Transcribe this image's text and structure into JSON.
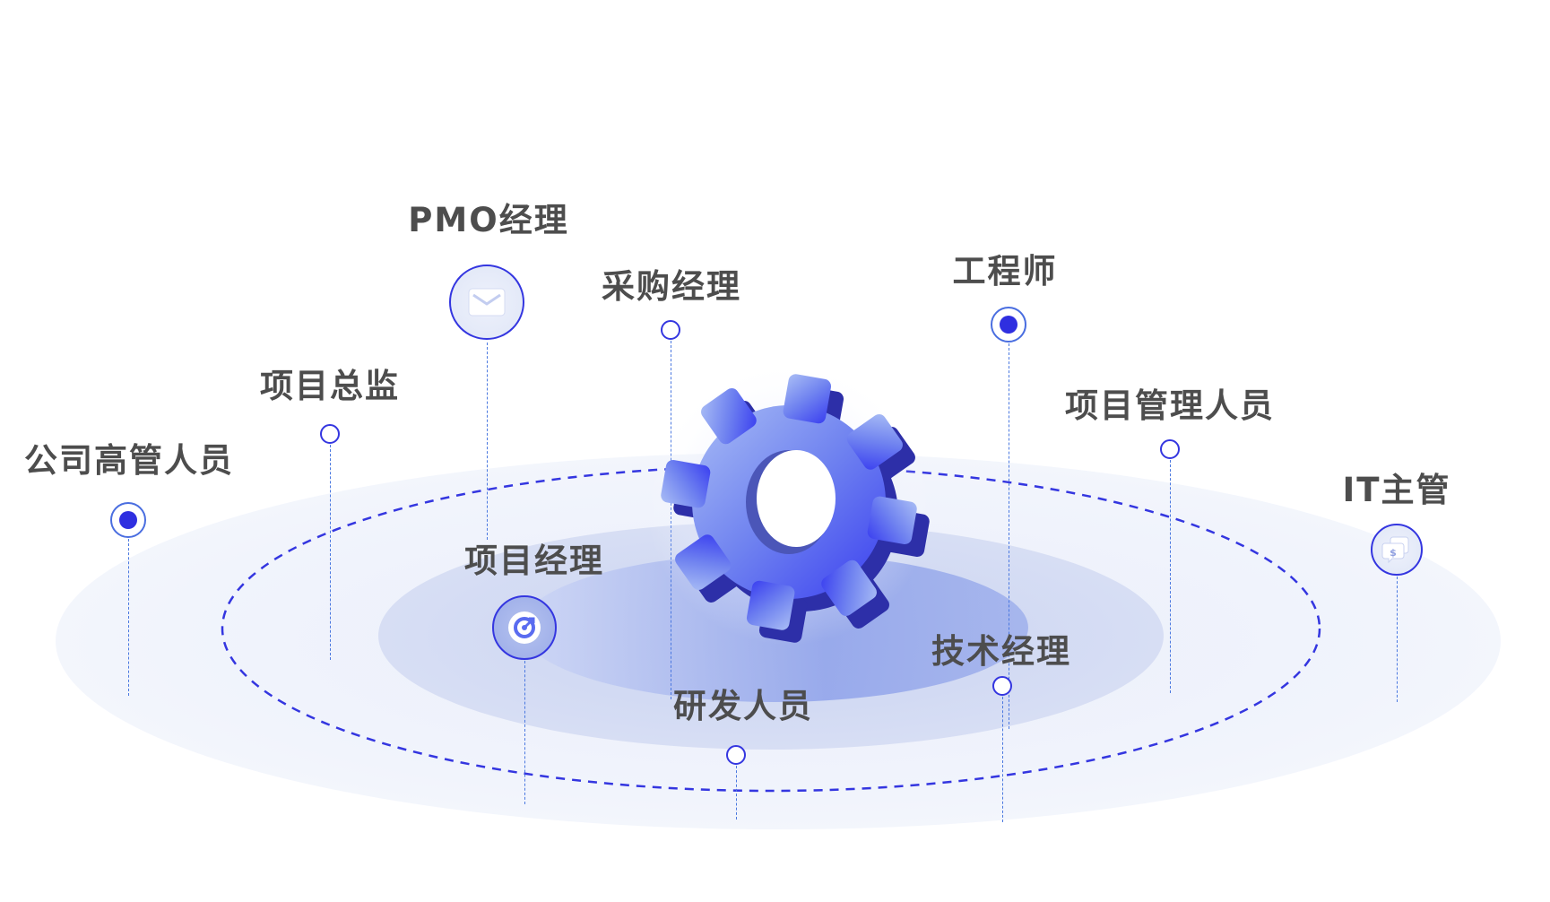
{
  "roles": [
    {
      "id": "pmo-manager",
      "label": "PMO经理",
      "marker": "envelope-icon"
    },
    {
      "id": "procurement-manager",
      "label": "采购经理",
      "marker": "hollow-dot"
    },
    {
      "id": "engineer",
      "label": "工程师",
      "marker": "filled-dot"
    },
    {
      "id": "project-director",
      "label": "项目总监",
      "marker": "hollow-dot"
    },
    {
      "id": "executive",
      "label": "公司高管人员",
      "marker": "filled-dot"
    },
    {
      "id": "project-management-staff",
      "label": "项目管理人员",
      "marker": "hollow-dot"
    },
    {
      "id": "it-supervisor",
      "label": "IT主管",
      "marker": "chat-dollar-icon"
    },
    {
      "id": "project-manager",
      "label": "项目经理",
      "marker": "target-refresh-icon"
    },
    {
      "id": "rd-staff",
      "label": "研发人员",
      "marker": "hollow-dot"
    },
    {
      "id": "tech-manager",
      "label": "技术经理",
      "marker": "hollow-dot"
    }
  ],
  "center_icon": "gear-icon",
  "colors": {
    "accent": "#3436e0",
    "text": "#4d4d4d",
    "gear": "#5a6cf0"
  }
}
